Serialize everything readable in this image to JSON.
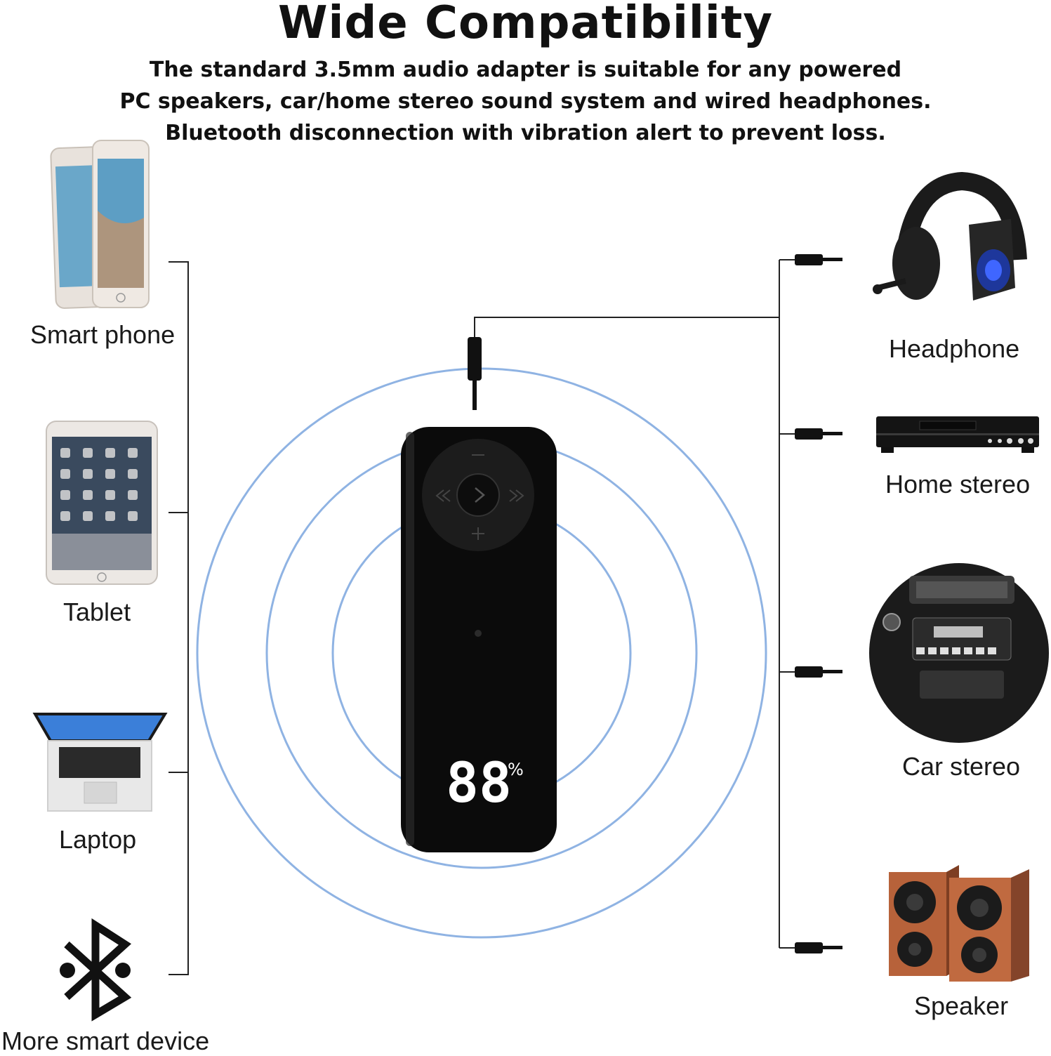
{
  "title": "Wide Compatibility",
  "subtitle_lines": [
    "The standard 3.5mm audio adapter is suitable for any powered",
    "PC speakers, car/home stereo sound system and wired headphones.",
    "Bluetooth disconnection with vibration alert to prevent loss."
  ],
  "sources": [
    {
      "label": "Smart phone",
      "icon": "smartphone-icon"
    },
    {
      "label": "Tablet",
      "icon": "tablet-icon"
    },
    {
      "label": "Laptop",
      "icon": "laptop-icon"
    },
    {
      "label": "More smart device",
      "icon": "bluetooth-icon"
    }
  ],
  "outputs": [
    {
      "label": "Headphone",
      "icon": "headphone-icon"
    },
    {
      "label": "Home stereo",
      "icon": "home-stereo-icon"
    },
    {
      "label": "Car stereo",
      "icon": "car-stereo-icon"
    },
    {
      "label": "Speaker",
      "icon": "speaker-icon"
    }
  ],
  "device": {
    "display_value": "88",
    "display_unit": "%"
  },
  "colors": {
    "signal_ring": "#8fb3e3",
    "device_body": "#0b0b0b",
    "display_text": "#ffffff"
  }
}
